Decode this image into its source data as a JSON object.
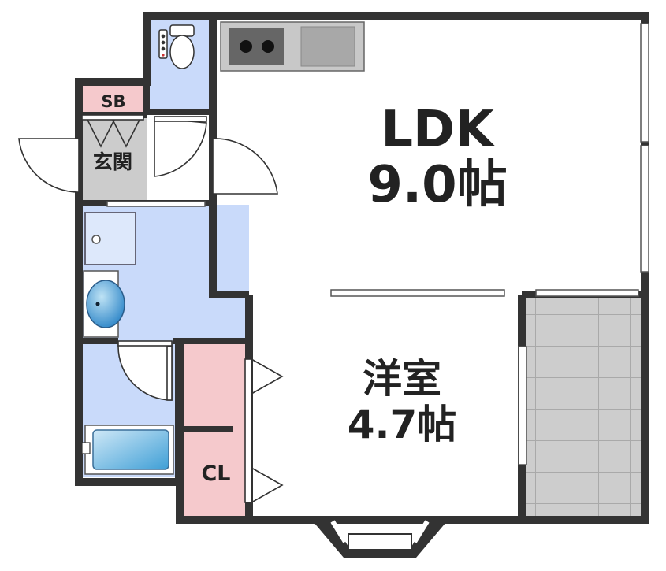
{
  "rooms": {
    "ldk": {
      "name": "LDK",
      "size": "9.0帖",
      "color": "#ffffff"
    },
    "western": {
      "name": "洋室",
      "size": "4.7帖",
      "color": "#ffffff"
    },
    "storage_box": {
      "name": "SB",
      "color": "#f5c9cc"
    },
    "entrance": {
      "name": "玄関",
      "color": "#cccccc"
    },
    "closet": {
      "name": "CL",
      "color": "#f5c9cc"
    }
  },
  "colors": {
    "wall": "#333333",
    "wet_area": "#c9dafa",
    "balcony": "#cdcdcd",
    "kitchen_counter": "#c8c8c8"
  },
  "fixtures": [
    "toilet-icon",
    "stove-icon",
    "sink-icon",
    "shower-pan-icon",
    "washbasin-icon",
    "bathtub-icon"
  ]
}
